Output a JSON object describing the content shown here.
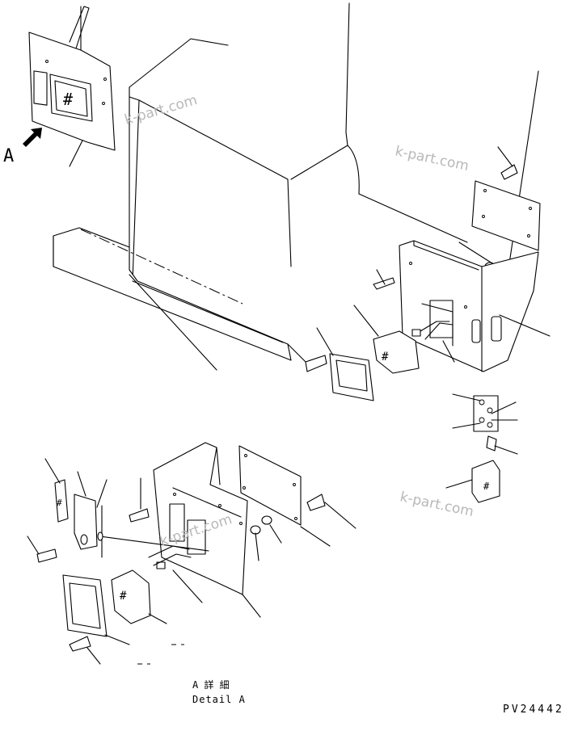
{
  "view_label": "A",
  "detail_caption": {
    "line1": "A 詳 細",
    "line2": "Detail A"
  },
  "drawing_code": "PV24442",
  "watermarks": [
    "k-part.com",
    "k-part.com",
    "k-part.com",
    "k-part.com"
  ],
  "lamp_symbol": "#",
  "icons": [
    "view-arrow-icon",
    "lamp-symbol-icon"
  ]
}
